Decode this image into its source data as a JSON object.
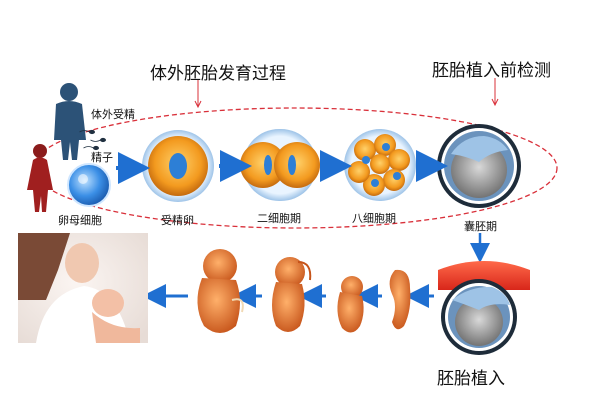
{
  "titles": {
    "process": "体外胚胎发育过程",
    "screening": "胚胎植入前检测",
    "implantation": "胚胎植入"
  },
  "labels": {
    "ivf": "体外受精",
    "sperm": "精子",
    "egg": "卵母细胞",
    "zygote": "受精卵",
    "two_cell": "二细胞期",
    "eight_cell": "八细胞期",
    "blastocyst": "囊胚期"
  },
  "colors": {
    "ellipse": "#d9303a",
    "arrow": "#1f6fd1",
    "orange": "#f39a1f",
    "cell_blue": "#2d7fd6",
    "fetus": "#e8742a"
  }
}
